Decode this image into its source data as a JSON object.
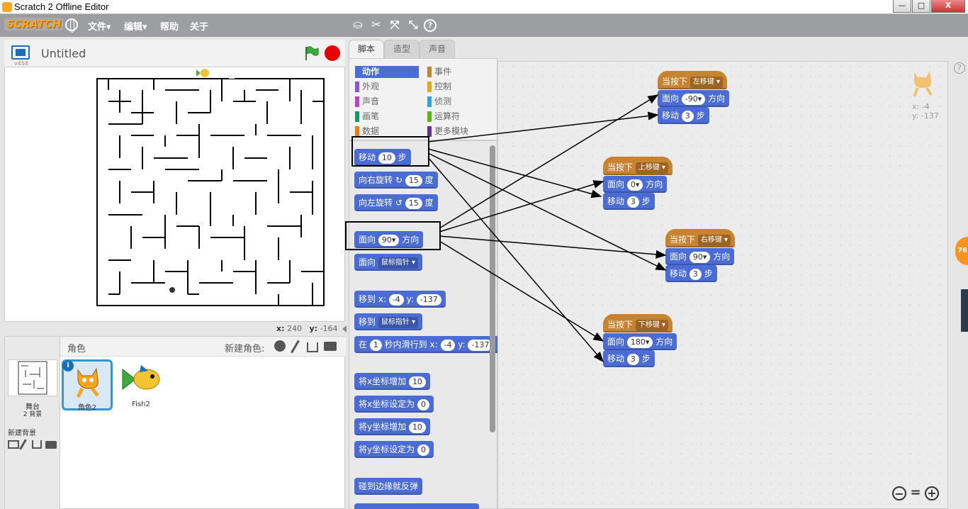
{
  "window": {
    "title": "Scratch 2 Offline Editor",
    "min": "—",
    "max": "□",
    "close": "X"
  },
  "menu": {
    "logo": "SCRATCH",
    "file": "文件▾",
    "edit": "编辑▾",
    "help": "帮助",
    "about": "关于"
  },
  "toolbar": {
    "duplicate": "⛀",
    "cut": "✂",
    "grow": "⤧",
    "shrink": "⤡",
    "help": "?"
  },
  "stage": {
    "version": "v454",
    "title": "Untitled",
    "x_label": "x:",
    "x_value": "240",
    "y_label": "y:",
    "y_value": "-164"
  },
  "sprites": {
    "header": "角色",
    "new_sprite": "新建角色:",
    "stage_label": "舞台",
    "stage_count": "2 背景",
    "new_backdrop": "新建背景",
    "items": [
      {
        "name": "角色2"
      },
      {
        "name": "Fish2"
      }
    ]
  },
  "tabs": {
    "scripts": "脚本",
    "costumes": "造型",
    "sounds": "声音"
  },
  "categories": [
    {
      "label": "动作",
      "color": "#4a6cd4"
    },
    {
      "label": "外观",
      "color": "#8a55d7"
    },
    {
      "label": "声音",
      "color": "#bb42c3"
    },
    {
      "label": "画笔",
      "color": "#0e9a6c"
    },
    {
      "label": "数据",
      "color": "#ee7d16"
    },
    {
      "label": "事件",
      "color": "#c88330"
    },
    {
      "label": "控制",
      "color": "#e1a91a"
    },
    {
      "label": "侦测",
      "color": "#2ca5e2"
    },
    {
      "label": "运算符",
      "color": "#5cb712"
    },
    {
      "label": "更多模块",
      "color": "#632d99"
    }
  ],
  "palette": {
    "move": "移动",
    "move_n": "10",
    "steps": "步",
    "turn_right": "向右旋转",
    "turn_right_n": "15",
    "degrees": "度",
    "turn_left": "向左旋转",
    "turn_left_n": "15",
    "point_dir": "面向",
    "point_dir_n": "90▾",
    "direction": "方向",
    "point_towards": "面向",
    "mouse_pointer": "鼠标指针 ▾",
    "goto": "移到",
    "x": "x:",
    "goto_x": "-4",
    "y": "y:",
    "goto_y": "-137",
    "goto_target": "移到",
    "goto_mouse": "鼠标指针 ▾",
    "glide_pre": "在",
    "glide_n": "1",
    "glide_mid": "秒内滑行到",
    "glide_x": "-4",
    "glide_y": "-137",
    "change_x": "将x坐标增加",
    "change_x_n": "10",
    "set_x": "将x坐标设定为",
    "set_x_n": "0",
    "change_y": "将y坐标增加",
    "change_y_n": "10",
    "set_y": "将y坐标设定为",
    "set_y_n": "0",
    "bounce": "碰到边缘就反弹"
  },
  "scripts": [
    {
      "hat": "当按下",
      "key": "左移键 ▾",
      "dir": "-90▾",
      "dir_label": "方向",
      "face": "面向",
      "move": "移动",
      "steps": "3",
      "step_label": "步"
    },
    {
      "hat": "当按下",
      "key": "上移键 ▾",
      "dir": "0▾",
      "dir_label": "方向",
      "face": "面向",
      "move": "移动",
      "steps": "3",
      "step_label": "步"
    },
    {
      "hat": "当按下",
      "key": "右移键 ▾",
      "dir": "90▾",
      "dir_label": "方向",
      "face": "面向",
      "move": "移动",
      "steps": "3",
      "step_label": "步"
    },
    {
      "hat": "当按下",
      "key": "下移键 ▾",
      "dir": "180▾",
      "dir_label": "方向",
      "face": "面向",
      "move": "移动",
      "steps": "3",
      "step_label": "步"
    }
  ],
  "sprite_info": {
    "x": "x: -4",
    "y": "y: -137"
  },
  "zoom": {
    "out": "−",
    "reset": "=",
    "in": "+"
  },
  "side_badge": "76"
}
